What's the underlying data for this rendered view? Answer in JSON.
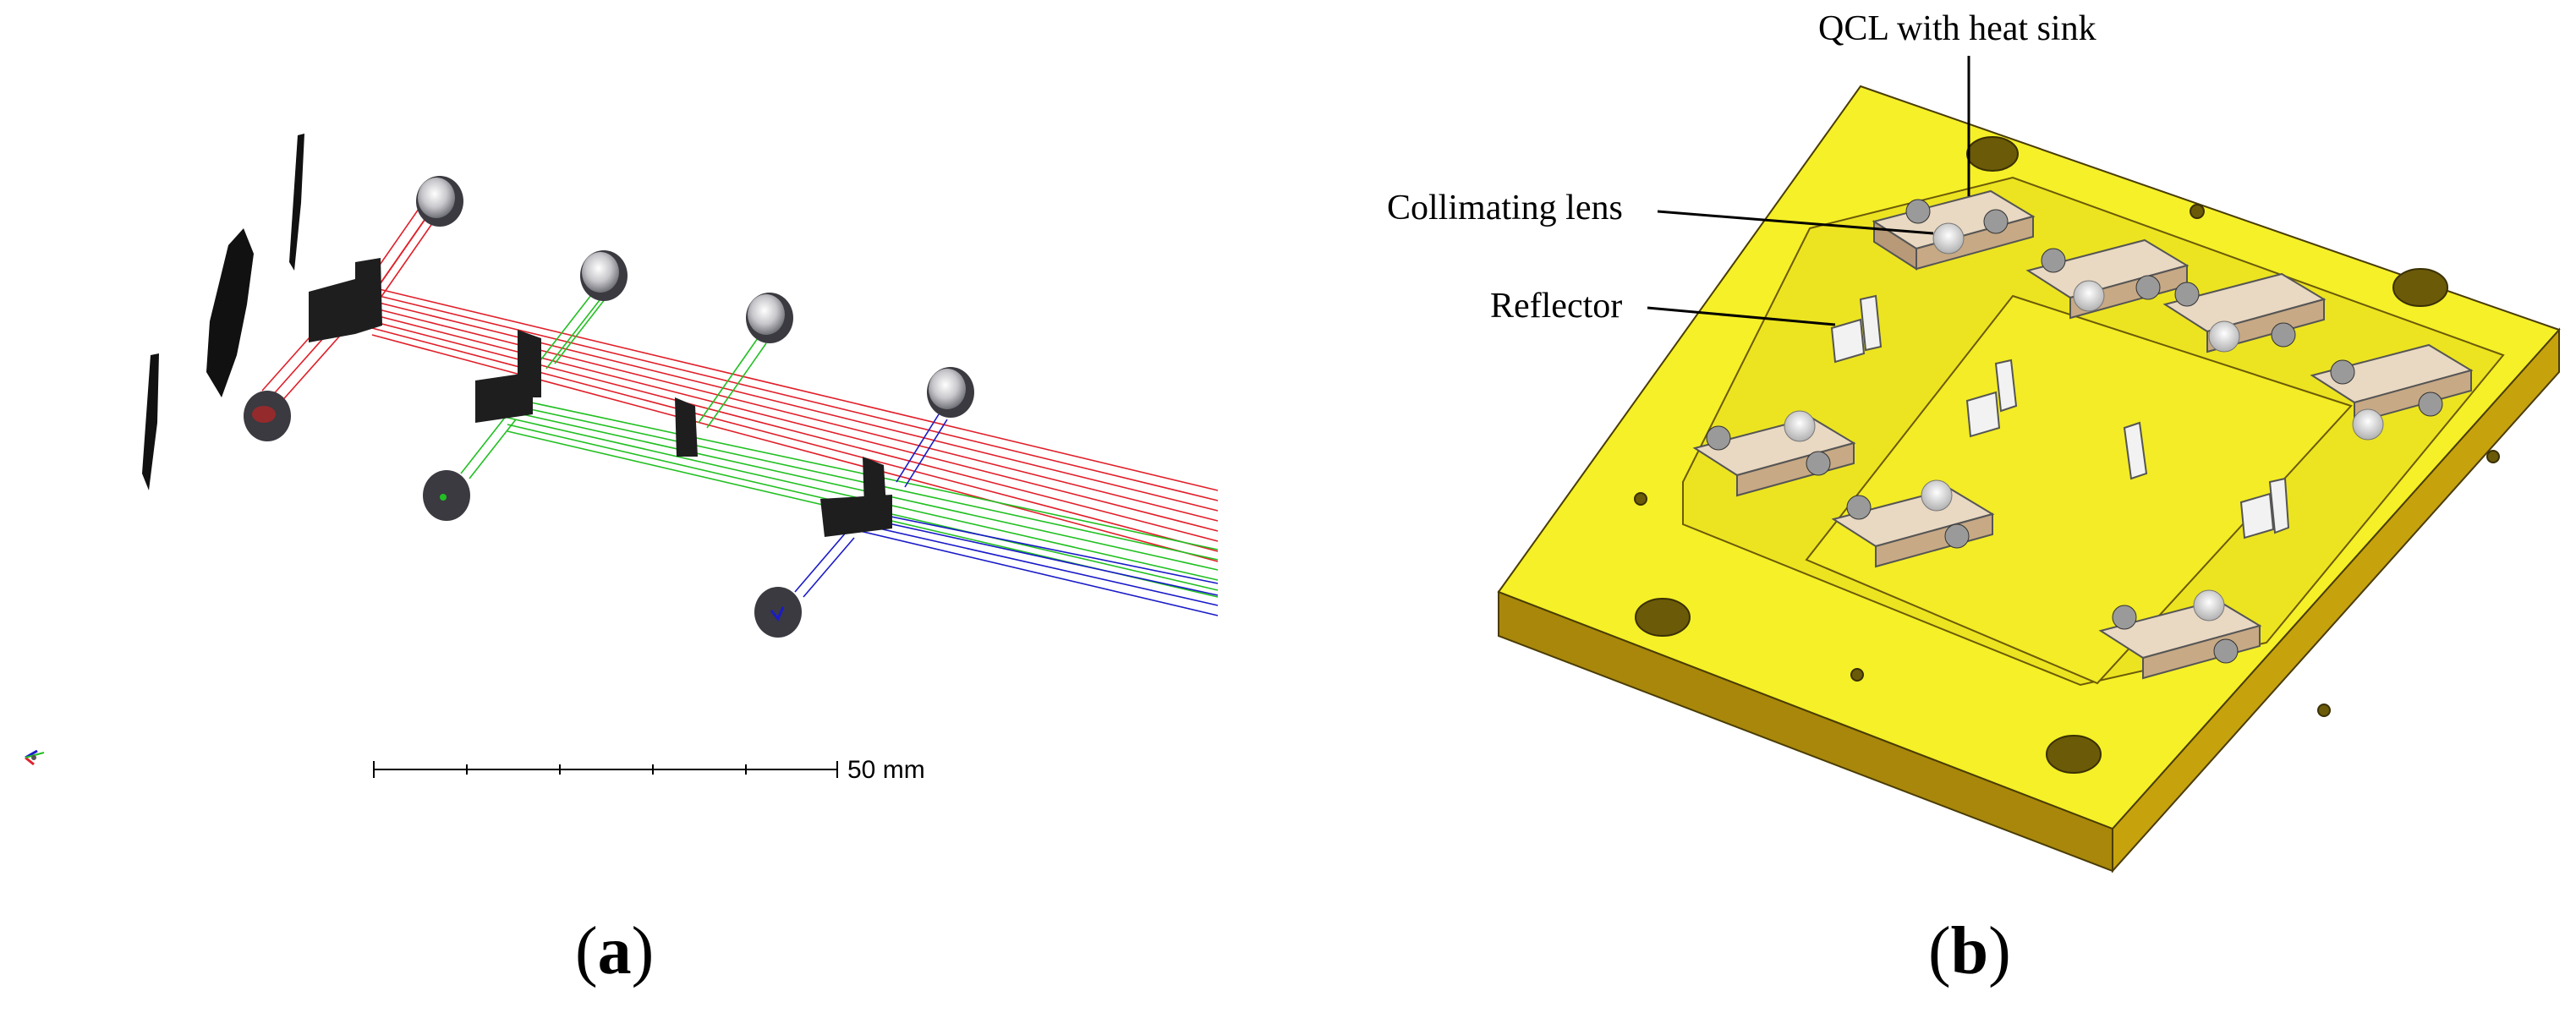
{
  "panel_a": {
    "label_open": "(",
    "label_letter": "a",
    "label_close": ")",
    "scale_bar_text": "50 mm",
    "beam_colors": {
      "red": "#e0202a",
      "green": "#22c022",
      "blue": "#1a1ac8"
    }
  },
  "panel_b": {
    "label_open": "(",
    "label_letter": "b",
    "label_close": ")",
    "callouts": [
      {
        "text": "QCL with heat sink"
      },
      {
        "text": "Collimating  lens"
      },
      {
        "text": "Reflector"
      }
    ],
    "plate_colors": {
      "top": "#f5f028",
      "side": "#c6a20c",
      "front": "#a8870a",
      "edge": "#5a4a06"
    }
  }
}
